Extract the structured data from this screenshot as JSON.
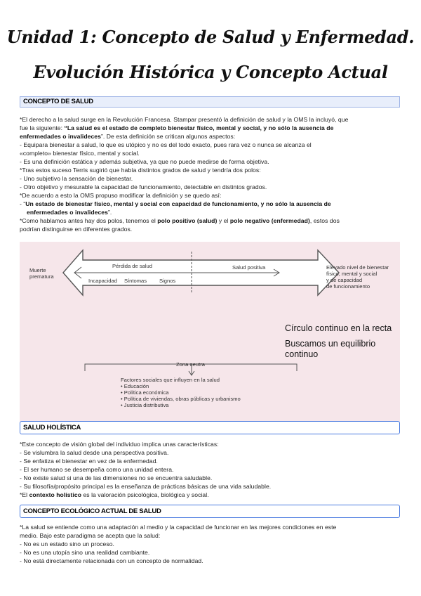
{
  "title_line1": "Unidad 1: Concepto de Salud y Enfermedad.",
  "title_line2": "Evolución Histórica y Concepto Actual",
  "section1": {
    "heading": "CONCEPTO DE SALUD",
    "lines": [
      "*El derecho a la salud surge en la Revolución Francesa. Stampar presentó la definición de salud y la OMS la incluyó, que",
      "fue la siguiente:",
      "“La salud es el estado de completo bienestar físico, mental y social, y no sólo la ausencia de",
      "enfermedades o invalideces",
      "”. De esta definición se critican algunos aspectos:",
      " - Equipara bienestar a  salud, lo que es utópico y no es del todo exacto, pues rara vez o nunca    se alcanza el",
      "   «completo» bienestar físico, mental y social.",
      " - Es una definición estática y además subjetiva, ya que no puede medirse de forma objetiva.",
      "*Tras estos suceso Terris sugirió que había distintos grados de salud y tendría dos polos:",
      " - Uno  subjetivo la sensación de bienestar.",
      " - Otro  objetivo y mesurable la capacidad de funcionamiento, detectable en distintos grados.",
      "*De acuerdo a esto la OMS propuso modificar la definición y se quedo así:",
      " - “",
      "Un estado de bienestar físico, mental y social con capacidad de funcionamiento, y no sólo la ausencia de",
      "enfermedades o invalideces",
      "”.",
      "*Como hablamos antes hay dos polos, tenemos el ",
      "polo positivo (salud)",
      " y el ",
      "polo negativo (enfermedad)",
      ", estos dos",
      "podrían distinguirse en diferentes grados."
    ]
  },
  "diagram": {
    "left_pole": [
      "Muerte",
      "prematura"
    ],
    "right_pole": [
      "Elevado nivel de bienestar",
      "físico, mental y social",
      "y de capacidad",
      "de funcionamiento"
    ],
    "loss_label": "Pérdida de salud",
    "loss_items": [
      "Incapacidad",
      "Síntomas",
      "Signos"
    ],
    "positive_label": "Salud positiva",
    "neutral_label": "Zona neutra",
    "note1": "Círculo continuo en la recta",
    "note2": [
      "Buscamos un equilibrio",
      "continuo"
    ],
    "factors_title": "Factores sociales que influyen en la salud",
    "factors": [
      "Educación",
      "Política económica",
      "Política de viviendas, obras públicas y urbanismo",
      "Justicia distributiva"
    ]
  },
  "section2": {
    "heading": "SALUD HOLÍSTICA",
    "lines": [
      "*Este concepto de visión global del individuo      implica unas características:",
      " - Se vislumbra la salud desde una perspectiva positiva.",
      " - Se enfatiza el bienestar en vez de la enfermedad.",
      " - El ser humano se desempeña como una unidad entera.",
      " - No existe salud si una de las dimensiones no se encuentra saludable.",
      " - Su filosofía/propósito principal es la enseñanza de prácticas básicas de una vida saludable.",
      "*El ",
      "contexto holístico",
      " es la valoración psicológica, biológica y social."
    ]
  },
  "section3": {
    "heading": "CONCEPTO ECOLÓGICO ACTUAL DE SALUD",
    "lines": [
      "*La salud se entiende como una adaptación al medio y la capacidad de funcionar en las mejores condiciones en este",
      "medio. Bajo este paradigma se acepta que la salud:",
      " - No es un estado sino un proceso.",
      " - No es una utopía sino una realidad cambiante.",
      " - No está directamente relacionada con un concepto de normalidad."
    ]
  }
}
